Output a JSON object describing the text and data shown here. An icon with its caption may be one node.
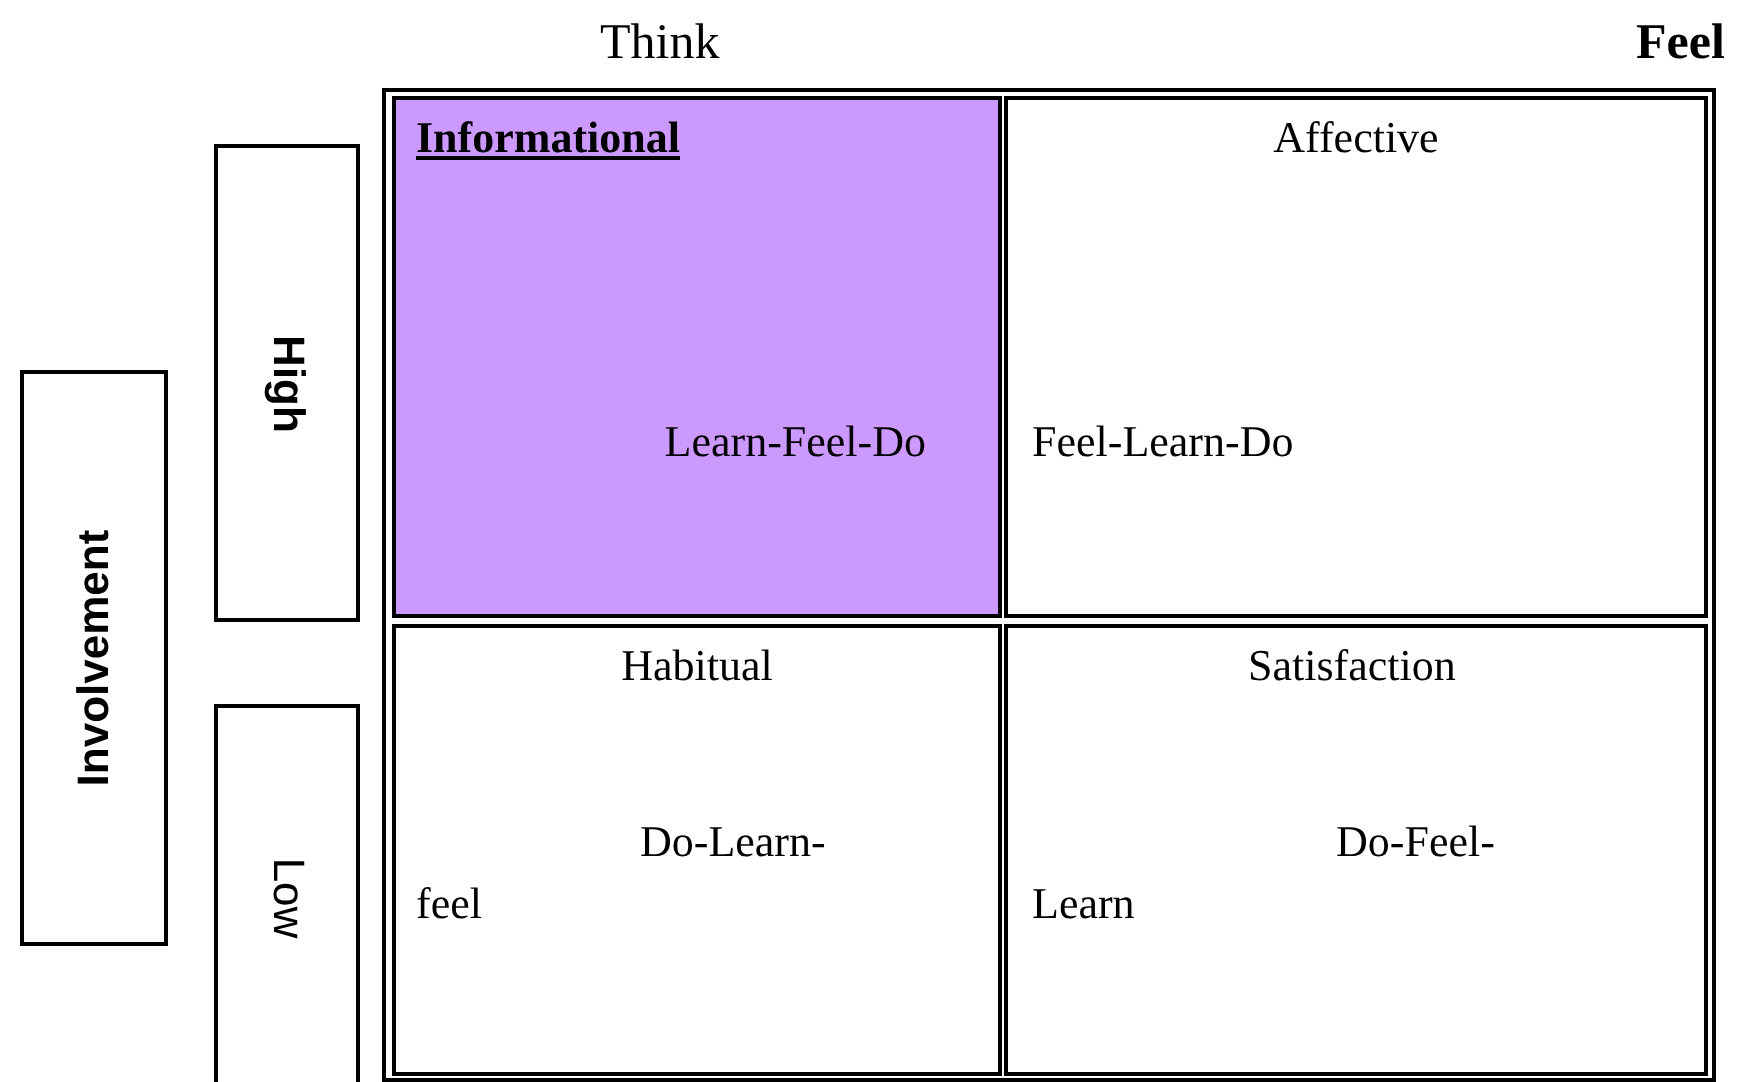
{
  "diagram": {
    "nodes": [
      {
        "text": [
          "Involvement"
        ]
      },
      {
        "text": [
          "High"
        ]
      },
      {
        "text": [
          "Low"
        ]
      },
      {
        "text": [
          "Informational",
          "Learn-Feel-Do"
        ]
      },
      {
        "text": [
          "Affective",
          "Feel-Learn-Do"
        ]
      },
      {
        "text": [
          "Habitual",
          "Do-Learn- feel"
        ]
      },
      {
        "text": [
          "Satisfaction",
          "Do-Feel- Learn"
        ]
      }
    ],
    "labels": [
      "Think",
      "Feel"
    ]
  }
}
